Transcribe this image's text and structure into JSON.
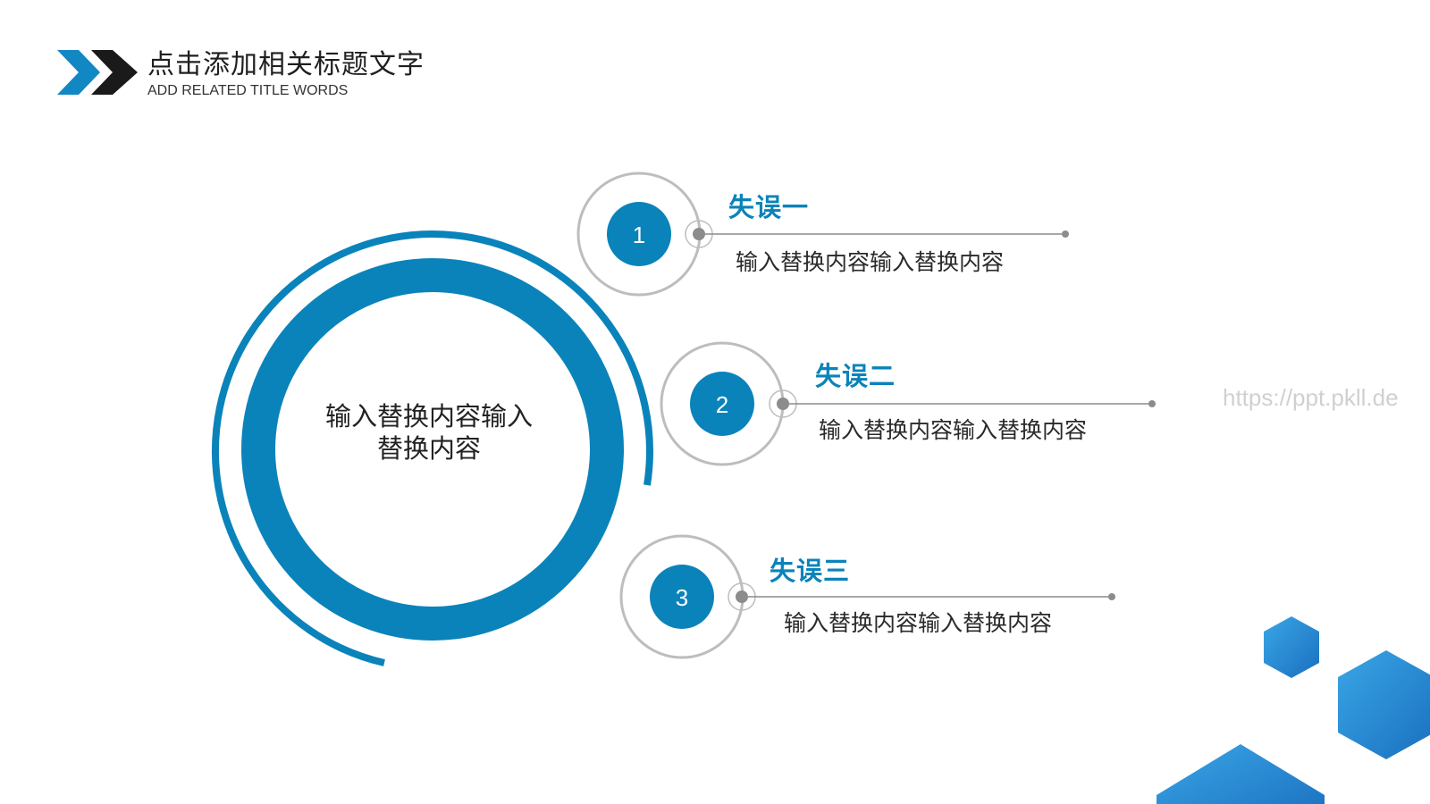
{
  "header": {
    "title": "点击添加相关标题文字",
    "subtitle": "ADD RELATED TITLE WORDS"
  },
  "center": {
    "line1": "输入替换内容输入",
    "line2": "替换内容"
  },
  "steps": [
    {
      "number": "1",
      "title": "失误一",
      "description": "输入替换内容输入替换内容"
    },
    {
      "number": "2",
      "title": "失误二",
      "description": "输入替换内容输入替换内容"
    },
    {
      "number": "3",
      "title": "失误三",
      "description": "输入替换内容输入替换内容"
    }
  ],
  "watermark": "https://ppt.pkll.de",
  "colors": {
    "accent_blue": "#0a83ba",
    "dark_chevron": "#1a1a1a",
    "ring_gray": "#bdbdbd",
    "line_gray": "#8c8c8c"
  }
}
